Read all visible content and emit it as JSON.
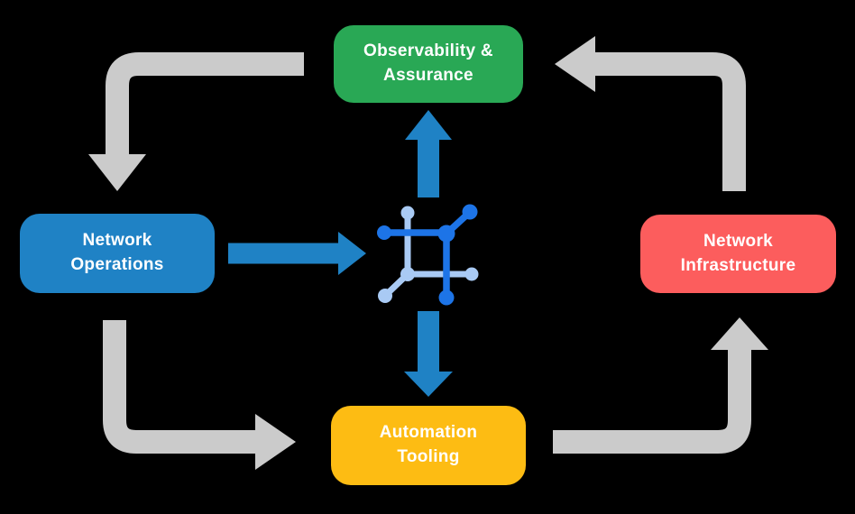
{
  "colors": {
    "background": "#000000",
    "box_green": "#29A855",
    "box_blue": "#1F82C5",
    "box_red": "#FC5D5D",
    "box_yellow": "#FDBC13",
    "box_text": "#FFFFFF",
    "arrow_gray": "#CBCBCB",
    "arrow_blue": "#1F82C5",
    "icon_dark": "#1D74E7",
    "icon_light": "#A9CAF4"
  },
  "boxes": {
    "observability": {
      "label": "Observability &\nAssurance"
    },
    "operations": {
      "label": "Network\nOperations"
    },
    "infrastructure": {
      "label": "Network\nInfrastructure"
    },
    "automation": {
      "label": "Automation\nTooling"
    }
  },
  "center_icon": "network-nodes-icon",
  "edges": [
    {
      "from": "observability",
      "to": "operations",
      "style": "gray"
    },
    {
      "from": "operations",
      "to": "automation",
      "style": "gray"
    },
    {
      "from": "automation",
      "to": "infrastructure",
      "style": "gray"
    },
    {
      "from": "infrastructure",
      "to": "observability",
      "style": "gray"
    },
    {
      "from": "operations",
      "to": "center-icon",
      "style": "blue"
    },
    {
      "from": "center-icon",
      "to": "observability",
      "style": "blue"
    },
    {
      "from": "center-icon",
      "to": "automation",
      "style": "blue"
    }
  ]
}
